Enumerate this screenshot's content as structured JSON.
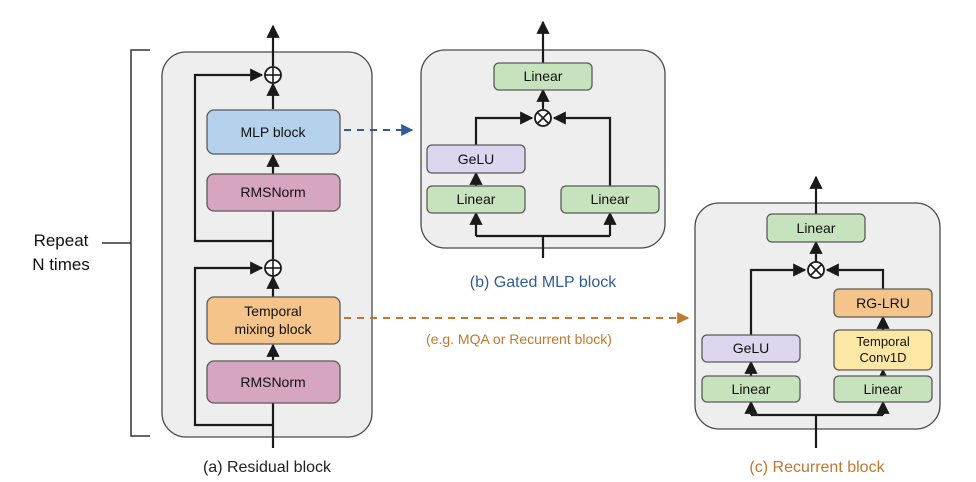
{
  "colors": {
    "panel": "#eeeeee",
    "linear": "#c6e3bd",
    "mlp": "#b6d1ec",
    "norm": "#d6a5c0",
    "temporal": "#f5c48a",
    "gelu": "#dcd6ee",
    "rglru": "#f5c48a",
    "conv": "#fde7a4",
    "caption_b": "#2f5d9a",
    "caption_c": "#c2782f",
    "caption_a": "#222222"
  },
  "repeat": {
    "line1": "Repeat",
    "line2": "N times"
  },
  "residual": {
    "mlp_label": "MLP block",
    "norm_top": "RMSNorm",
    "temporal_line1": "Temporal",
    "temporal_line2": "mixing block",
    "norm_bottom": "RMSNorm",
    "caption": "(a) Residual block"
  },
  "gated": {
    "linear_top": "Linear",
    "gelu": "GeLU",
    "linear_left": "Linear",
    "linear_right": "Linear",
    "caption": "(b) Gated MLP block"
  },
  "mixing_note": "(e.g. MQA or Recurrent block)",
  "recurrent": {
    "linear_top": "Linear",
    "rglru": "RG-LRU",
    "conv_line1": "Temporal",
    "conv_line2": "Conv1D",
    "gelu": "GeLU",
    "linear_left": "Linear",
    "linear_right": "Linear",
    "caption": "(c) Recurrent block"
  }
}
